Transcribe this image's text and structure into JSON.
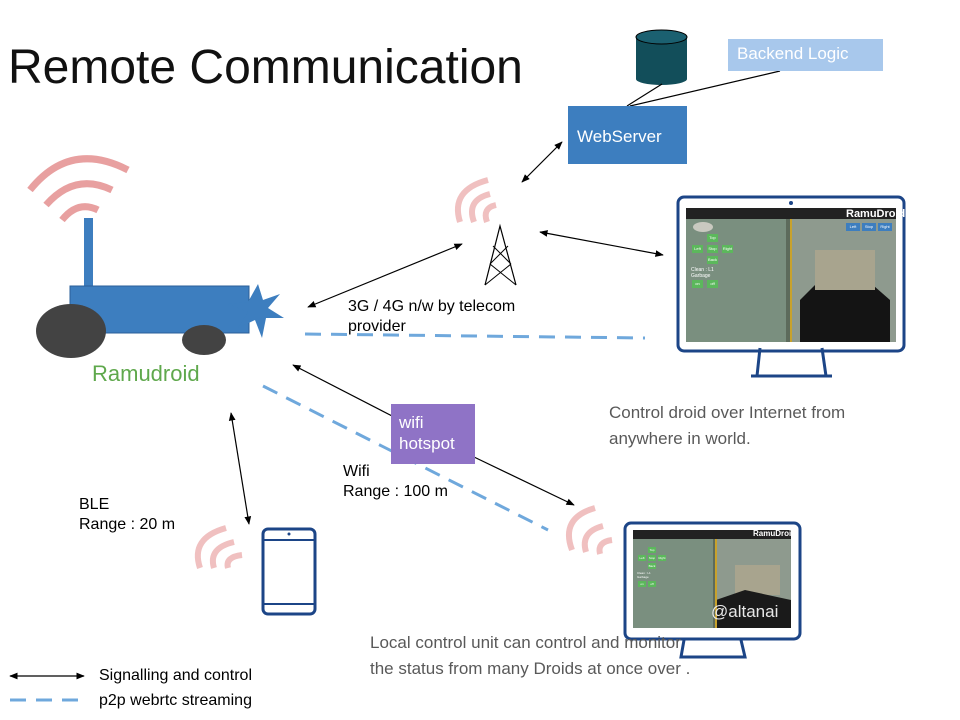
{
  "title": "Remote Communication",
  "robot_label": "Ramudroid",
  "backend_label": "Backend Logic",
  "webserver_label": "WebServer",
  "wifi_box": {
    "line1": "wifi",
    "line2": "hotspot"
  },
  "telecom": {
    "line1": "3G / 4G n/w by telecom",
    "line2": "provider"
  },
  "wifi_range": {
    "line1": "Wifi",
    "line2": "Range : 100 m"
  },
  "ble": {
    "line1": "BLE",
    "line2": "Range : 20 m"
  },
  "internet_caption": {
    "line1": "Control droid over Internet from",
    "line2": "anywhere in world."
  },
  "local_caption": {
    "line1": "Local control unit can control and  monitor",
    "line2": "the status from many Droids at once over ."
  },
  "legend": {
    "signalling": "Signalling and control",
    "streaming": "p2p webrtc streaming"
  },
  "screen_title": "RamuDroid",
  "screen_top_buttons": [
    "Left",
    "Stop",
    "Right"
  ],
  "screen_pad_buttons": [
    "Top",
    "Left",
    "Stop",
    "Right",
    "Back"
  ],
  "screen_status": {
    "line1": "Clean : L1",
    "line2": "Garbage"
  },
  "screen_bottom_buttons": [
    "on",
    "off"
  ],
  "watermark": "@altanai",
  "colors": {
    "blue_box": "#3d7ebf",
    "backend_box": "#a8c8ec",
    "wifi_box": "#8f73c6",
    "signal_waves": "#e8a0a0",
    "stream_line": "#6fa8dc",
    "robot_green": "#5fa84c"
  }
}
